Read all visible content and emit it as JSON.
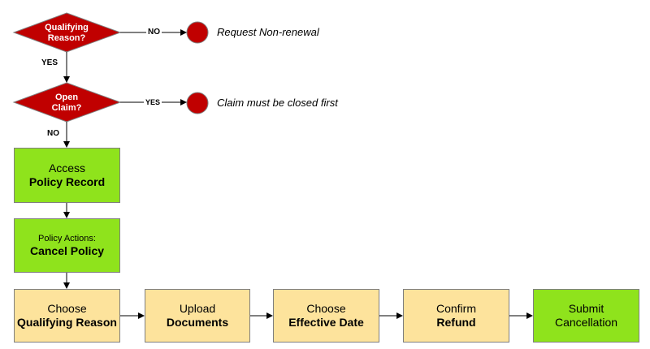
{
  "diagram": {
    "decisions": [
      {
        "id": "qualifying",
        "line1": "Qualifying",
        "line2": "Reason?"
      },
      {
        "id": "open-claim",
        "line1": "Open",
        "line2": "Claim?"
      }
    ],
    "terminals": [
      {
        "id": "non-renewal",
        "label": "Request Non-renewal"
      },
      {
        "id": "claim-closed",
        "label": "Claim must be closed first"
      }
    ],
    "edge_labels": {
      "qualifying_no": "NO",
      "qualifying_yes": "YES",
      "open_claim_yes": "YES",
      "open_claim_no": "NO"
    },
    "steps": [
      {
        "id": "access",
        "line1": "Access",
        "line2": "Policy Record",
        "color": "#8fe31c"
      },
      {
        "id": "policy-actions",
        "line1": "Policy Actions:",
        "line2": "Cancel Policy",
        "color": "#8fe31c"
      },
      {
        "id": "choose-reason",
        "line1": "Choose",
        "line2": "Qualifying Reason",
        "color": "#fde39c"
      },
      {
        "id": "upload",
        "line1": "Upload",
        "line2": "Documents",
        "color": "#fde39c"
      },
      {
        "id": "choose-date",
        "line1": "Choose",
        "line2": "Effective Date",
        "color": "#fde39c"
      },
      {
        "id": "confirm",
        "line1": "Confirm",
        "line2": "Refund",
        "color": "#fde39c"
      },
      {
        "id": "submit",
        "line1": "Submit",
        "line2": "Cancellation",
        "color": "#8fe31c"
      }
    ],
    "colors": {
      "decision_fill": "#c00000",
      "terminal_fill": "#c00000",
      "connector": "#000000",
      "border": "#7f7f7f"
    }
  }
}
